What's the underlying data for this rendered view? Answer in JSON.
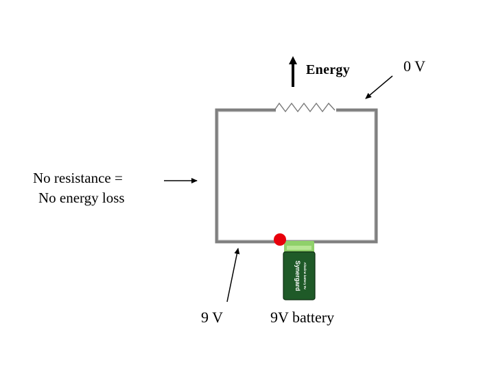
{
  "labels": {
    "energy": "Energy",
    "zero_volt": "0 V",
    "no_resistance_line1": "No resistance =",
    "no_resistance_line2": "No energy loss",
    "nine_volt": "9 V",
    "battery_caption": "9V battery"
  },
  "battery": {
    "brand": "Synergard",
    "subtitle": "Alkaline battery 9v"
  },
  "colors": {
    "wire": "#7f7f7f",
    "wire_highlight": "#b3b3b3",
    "battery_terminal": "#8fd16a",
    "battery_body": "#1f5a28",
    "marker_dot": "#e8000b"
  }
}
